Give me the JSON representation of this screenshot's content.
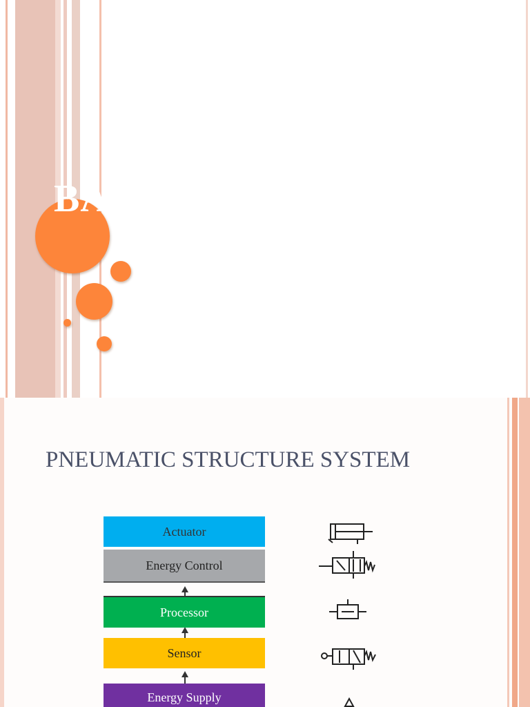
{
  "slide1": {
    "title": "BASIC"
  },
  "slide2": {
    "title": "PNEUMATIC STRUCTURE SYSTEM",
    "blocks": [
      {
        "label": "Actuator",
        "color": "#00aeef"
      },
      {
        "label": "Energy Control",
        "color": "#a6a8ab"
      },
      {
        "label": "Processor",
        "color": "#00b050"
      },
      {
        "label": "Sensor",
        "color": "#ffc000"
      },
      {
        "label": "Energy Supply",
        "color": "#7030a0"
      }
    ],
    "symbols": [
      "cylinder-symbol",
      "directional-valve-symbol",
      "processor-valve-symbol",
      "sensor-valve-symbol",
      "energy-supply-symbol"
    ]
  },
  "colors": {
    "accent_orange": "#fd853a",
    "stripe_pink": "#e8c3b7",
    "title_gray": "#4a5168"
  }
}
